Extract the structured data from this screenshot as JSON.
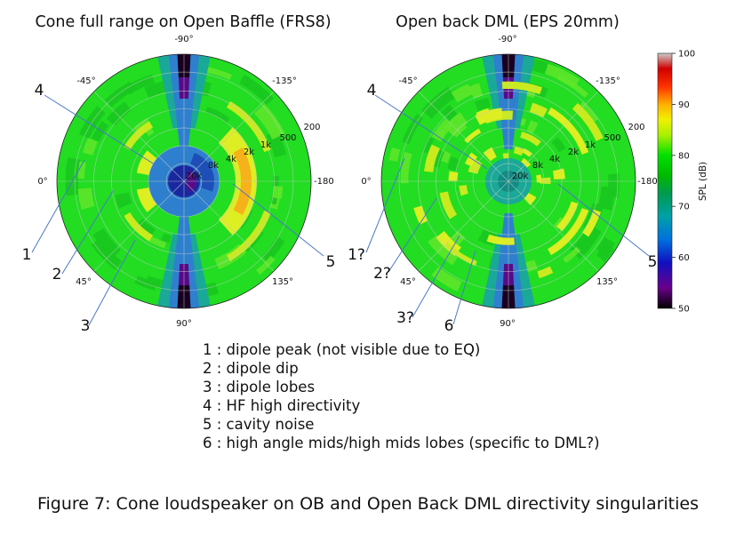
{
  "chart_data": [
    {
      "type": "heatmap",
      "title": "Cone full range on Open Baffle (FRS8)",
      "angle_tick_labels": [
        "-90°",
        "-45°",
        "-135°",
        "0°",
        "-180",
        "45°",
        "135°",
        "90°"
      ],
      "frequency_tick_labels": [
        "200",
        "500",
        "1k",
        "2k",
        "4k",
        "8k",
        "20k"
      ],
      "annotations": [
        "1",
        "2",
        "3",
        "4",
        "5"
      ],
      "grid": true
    },
    {
      "type": "heatmap",
      "title": "Open back DML (EPS 20mm)",
      "angle_tick_labels": [
        "-90°",
        "-45°",
        "-135°",
        "0°",
        "-180",
        "45°",
        "135°",
        "90°"
      ],
      "frequency_tick_labels": [
        "200",
        "500",
        "1k",
        "2k",
        "4k",
        "8k",
        "20k"
      ],
      "annotations": [
        "1?",
        "2?",
        "3?",
        "4",
        "5",
        "6"
      ],
      "grid": true
    }
  ],
  "colorbar": {
    "label": "SPL (dB)",
    "ticks": [
      100,
      90,
      80,
      70,
      60,
      50
    ],
    "range": [
      50,
      100
    ],
    "colormap": "nipy_spectral"
  },
  "legend_items": [
    "1 : dipole peak (not visible due to EQ)",
    "2 : dipole dip",
    "3 : dipole lobes",
    "4 : HF high directivity",
    "5 : cavity noise",
    "6 : high angle mids/high mids lobes (specific to DML?)"
  ],
  "caption": "Figure 7: Cone loudspeaker on OB and Open Back DML directivity singularities",
  "colors": {
    "background_green": "#22dd22",
    "dark_spot": "#1a0020",
    "blue_ring": "#2f7fcf",
    "yellow_band": "#ddee22",
    "orange_band": "#f6b21a"
  }
}
